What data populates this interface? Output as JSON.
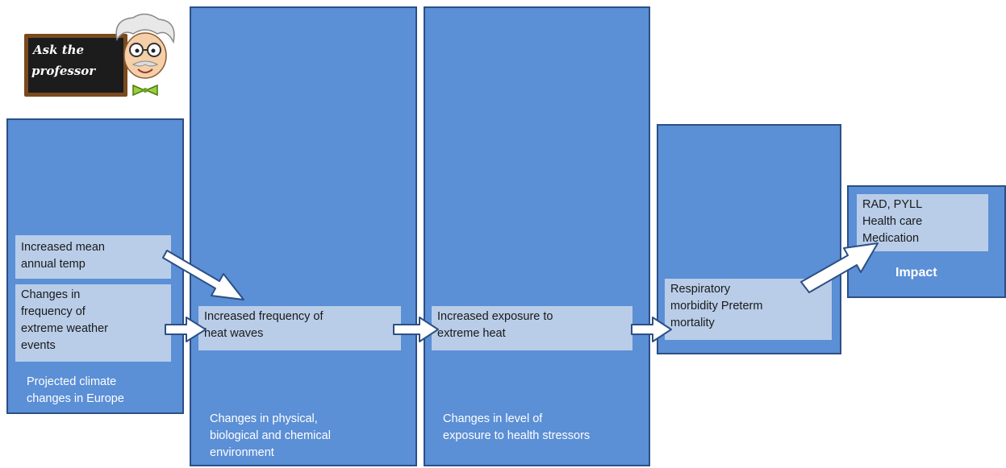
{
  "logo": {
    "line1": "Ask the",
    "line2": "professor"
  },
  "columns": {
    "col1": {
      "label_lines": [
        "Projected climate",
        "changes in Europe"
      ]
    },
    "col2": {
      "label_lines": [
        "Changes in physical,",
        "biological and chemical",
        "environment"
      ]
    },
    "col3": {
      "label_lines": [
        "Changes in level of",
        "exposure to health stressors"
      ]
    },
    "col5": {
      "label": "Impact"
    }
  },
  "boxes": {
    "mean_temp": [
      "Increased mean",
      "annual temp"
    ],
    "extreme_weather": [
      "Changes in",
      "frequency of",
      "extreme weather",
      "events"
    ],
    "heat_waves": [
      "Increased frequency of",
      "heat waves"
    ],
    "exposure_heat": [
      "Increased exposure to",
      "extreme heat"
    ],
    "respiratory": [
      "Respiratory",
      "morbidity Preterm",
      "mortality"
    ],
    "impact_items": [
      "RAD, PYLL",
      "Health care",
      "Medication"
    ]
  },
  "colors": {
    "panel": "#5b8fd6",
    "panel_border": "#2c4f86",
    "box": "#b9cde8",
    "arrow_fill": "#ffffff",
    "arrow_stroke": "#2c4f86"
  }
}
